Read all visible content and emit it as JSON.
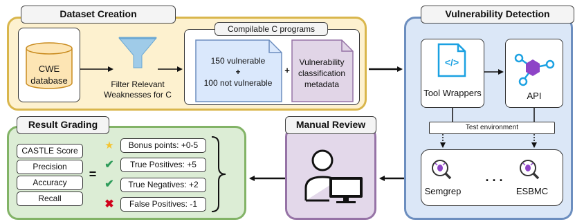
{
  "dataset": {
    "title": "Dataset Creation",
    "cwe_line1": "CWE",
    "cwe_line2": "database",
    "filter_text": "Filter Relevant Weaknesses for C",
    "programs_title": "Compilable C programs",
    "vulnerable": "150 vulnerable",
    "plus": "+",
    "not_vulnerable": "100 not vulnerable",
    "plus2": "+",
    "metadata": "Vulnerability classification metadata"
  },
  "detection": {
    "title": "Vulnerability Detection",
    "tool_wrappers": "Tool Wrappers",
    "api": "API",
    "test_env": "Test environment",
    "semgrep": "Semgrep",
    "dots": ". . .",
    "esbmc": "ESBMC"
  },
  "manual": {
    "title": "Manual Review"
  },
  "grading": {
    "title": "Result Grading",
    "metrics": [
      "CASTLE Score",
      "Precision",
      "Accuracy",
      "Recall"
    ],
    "equals": "=",
    "rules": [
      "Bonus points: +0-5",
      "True Positives: +5",
      "True Negatives: +2",
      "False Positives: -1"
    ],
    "rule_icons": [
      "star-icon",
      "check-icon",
      "check-icon",
      "cross-icon"
    ],
    "colors": {
      "star": "#f4c430",
      "check": "#2e9c5a",
      "cross": "#d0021b"
    }
  },
  "colors": {
    "dataset_bg": "#fdf1cf",
    "dataset_border": "#d9b64c",
    "detection_bg": "#dbe7f7",
    "detection_border": "#6c8ebf",
    "manual_bg": "#e3d8ea",
    "manual_border": "#9673a6",
    "grading_bg": "#dcedd5",
    "grading_border": "#82b366",
    "doc_blue": "#dae8fc",
    "doc_purple": "#e1d5e7"
  }
}
